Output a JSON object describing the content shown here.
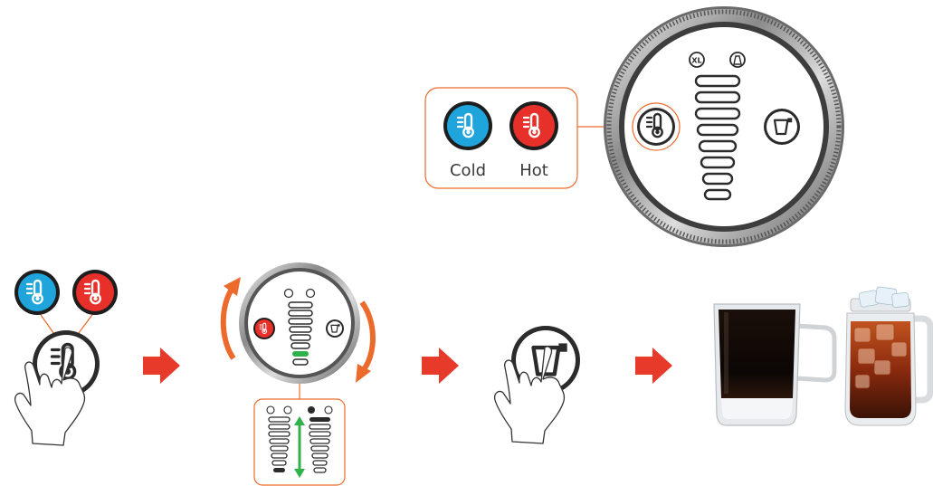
{
  "legend": {
    "cold_label": "Cold",
    "hot_label": "Hot"
  },
  "dial": {
    "xl_label": "XL"
  },
  "colors": {
    "cold": "#1fa5dc",
    "hot": "#e8302b",
    "accent_orange": "#ec6a2c",
    "arrow_red": "#e83a2b",
    "level_green": "#2fb24a",
    "dark": "#2b2b2b"
  },
  "icons": {
    "thermometer": "thermometer-icon",
    "cup": "cup-icon",
    "hand": "hand-pointer-icon",
    "xl": "xl-icon",
    "carafe": "carafe-icon"
  }
}
